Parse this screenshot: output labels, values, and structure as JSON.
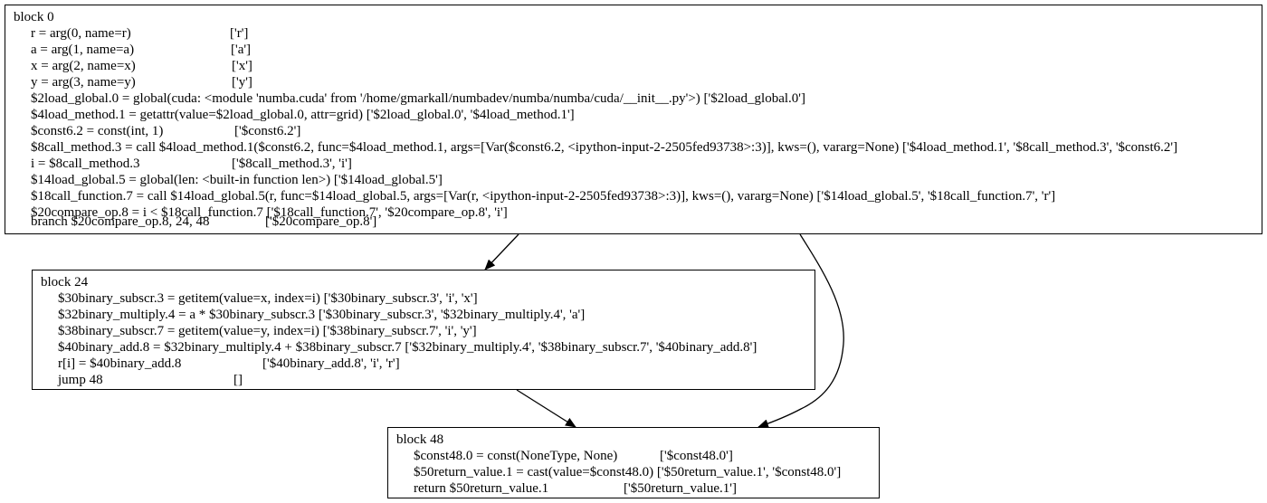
{
  "blocks": [
    {
      "title": "block 0",
      "lines": [
        {
          "code": "r = arg(0, name=r)",
          "deps": "['r']"
        },
        {
          "code": "a = arg(1, name=a)",
          "deps": "['a']"
        },
        {
          "code": "x = arg(2, name=x)",
          "deps": "['x']"
        },
        {
          "code": "y = arg(3, name=y)",
          "deps": "['y']"
        },
        {
          "code": "$2load_global.0 = global(cuda: <module 'numba.cuda' from '/home/gmarkall/numbadev/numba/numba/cuda/__init__.py'>) ['$2load_global.0']",
          "deps": ""
        },
        {
          "code": "$4load_method.1 = getattr(value=$2load_global.0, attr=grid) ['$2load_global.0', '$4load_method.1']",
          "deps": ""
        },
        {
          "code": "$const6.2 = const(int, 1)",
          "deps": "['$const6.2']"
        },
        {
          "code": "$8call_method.3 = call $4load_method.1($const6.2, func=$4load_method.1, args=[Var($const6.2, <ipython-input-2-2505fed93738>:3)], kws=(), vararg=None) ['$4load_method.1', '$8call_method.3', '$const6.2']",
          "deps": ""
        },
        {
          "code": "i = $8call_method.3",
          "deps": "['$8call_method.3', 'i']"
        },
        {
          "code": "$14load_global.5 = global(len: <built-in function len>) ['$14load_global.5']",
          "deps": ""
        },
        {
          "code": "$18call_function.7 = call $14load_global.5(r, func=$14load_global.5, args=[Var(r, <ipython-input-2-2505fed93738>:3)], kws=(), vararg=None) ['$14load_global.5', '$18call_function.7', 'r']",
          "deps": ""
        },
        {
          "code": "$20compare_op.8 = i < $18call_function.7 ['$18call_function.7', '$20compare_op.8', 'i']",
          "deps": ""
        },
        {
          "code": "branch $20compare_op.8, 24, 48",
          "deps": "['$20compare_op.8']"
        }
      ]
    },
    {
      "title": "block 24",
      "lines": [
        {
          "code": "$30binary_subscr.3 = getitem(value=x, index=i) ['$30binary_subscr.3', 'i', 'x']",
          "deps": ""
        },
        {
          "code": "$32binary_multiply.4 = a * $30binary_subscr.3 ['$30binary_subscr.3', '$32binary_multiply.4', 'a']",
          "deps": ""
        },
        {
          "code": "$38binary_subscr.7 = getitem(value=y, index=i) ['$38binary_subscr.7', 'i', 'y']",
          "deps": ""
        },
        {
          "code": "$40binary_add.8 = $32binary_multiply.4 + $38binary_subscr.7 ['$32binary_multiply.4', '$38binary_subscr.7', '$40binary_add.8']",
          "deps": ""
        },
        {
          "code": "r[i] = $40binary_add.8",
          "deps": "['$40binary_add.8', 'i', 'r']"
        },
        {
          "code": "jump 48",
          "deps": "[]"
        }
      ]
    },
    {
      "title": "block 48",
      "lines": [
        {
          "code": "$const48.0 = const(NoneType, None)",
          "deps": "['$const48.0']"
        },
        {
          "code": "$50return_value.1 = cast(value=$const48.0) ['$50return_value.1', '$const48.0']",
          "deps": ""
        },
        {
          "code": "return $50return_value.1",
          "deps": "['$50return_value.1']"
        }
      ]
    }
  ]
}
